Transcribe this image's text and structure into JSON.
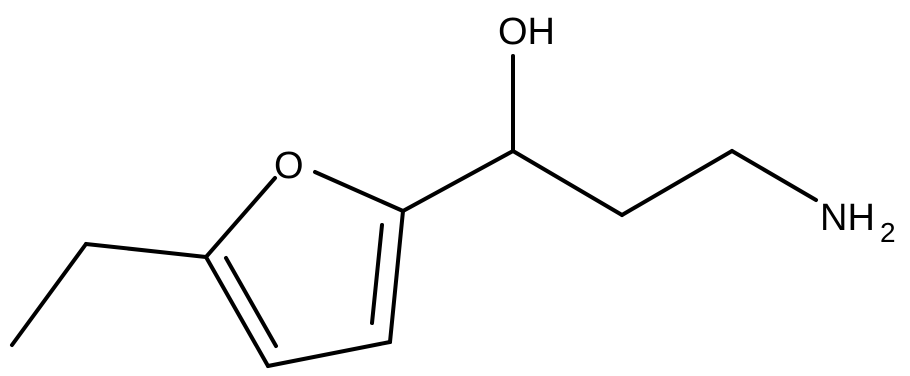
{
  "molecule": {
    "atoms": {
      "hydroxyl": "OH",
      "ring_oxygen": "O",
      "amine_main": "NH",
      "amine_subscript": "2"
    },
    "colors": {
      "bond": "#000000",
      "text": "#000000",
      "background": "#ffffff"
    }
  }
}
